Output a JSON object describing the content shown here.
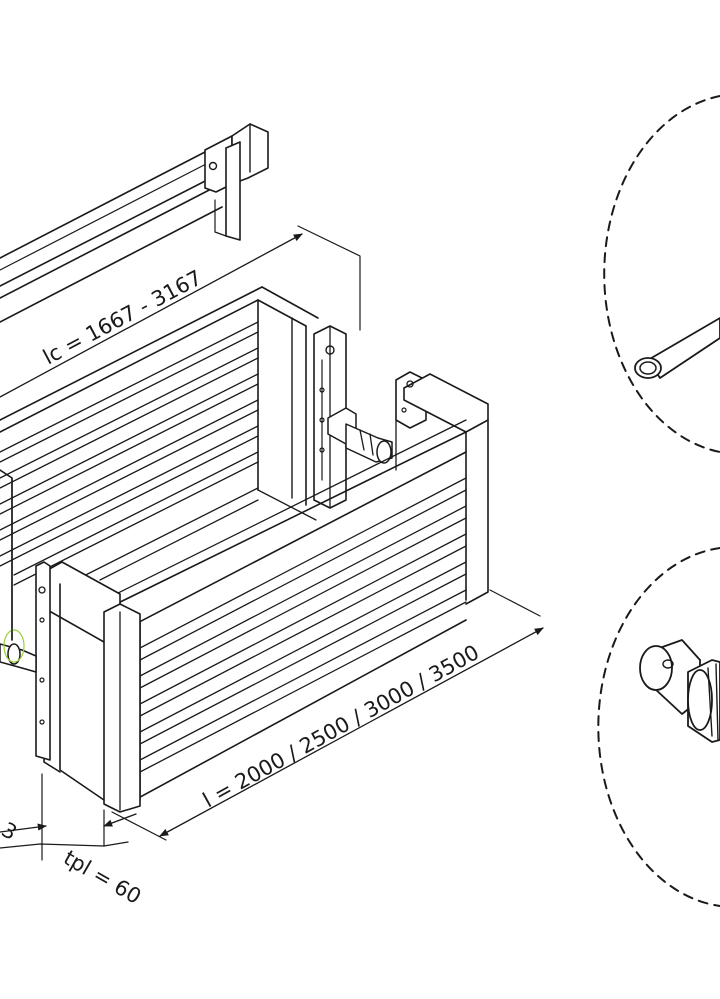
{
  "dimensions": {
    "lc_label": "lc = 1667 - 3167",
    "l_label": "l = 2000 / 2500 / 3000 / 3500",
    "tpl_label": "tpl = 60",
    "partial_label": "3"
  },
  "colors": {
    "line": "#1a1a1a",
    "background": "#ffffff",
    "highlight": "#9ccf3a"
  },
  "icons": {
    "detail_top": "pin-detail-icon",
    "detail_bottom": "bolt-detail-icon"
  }
}
